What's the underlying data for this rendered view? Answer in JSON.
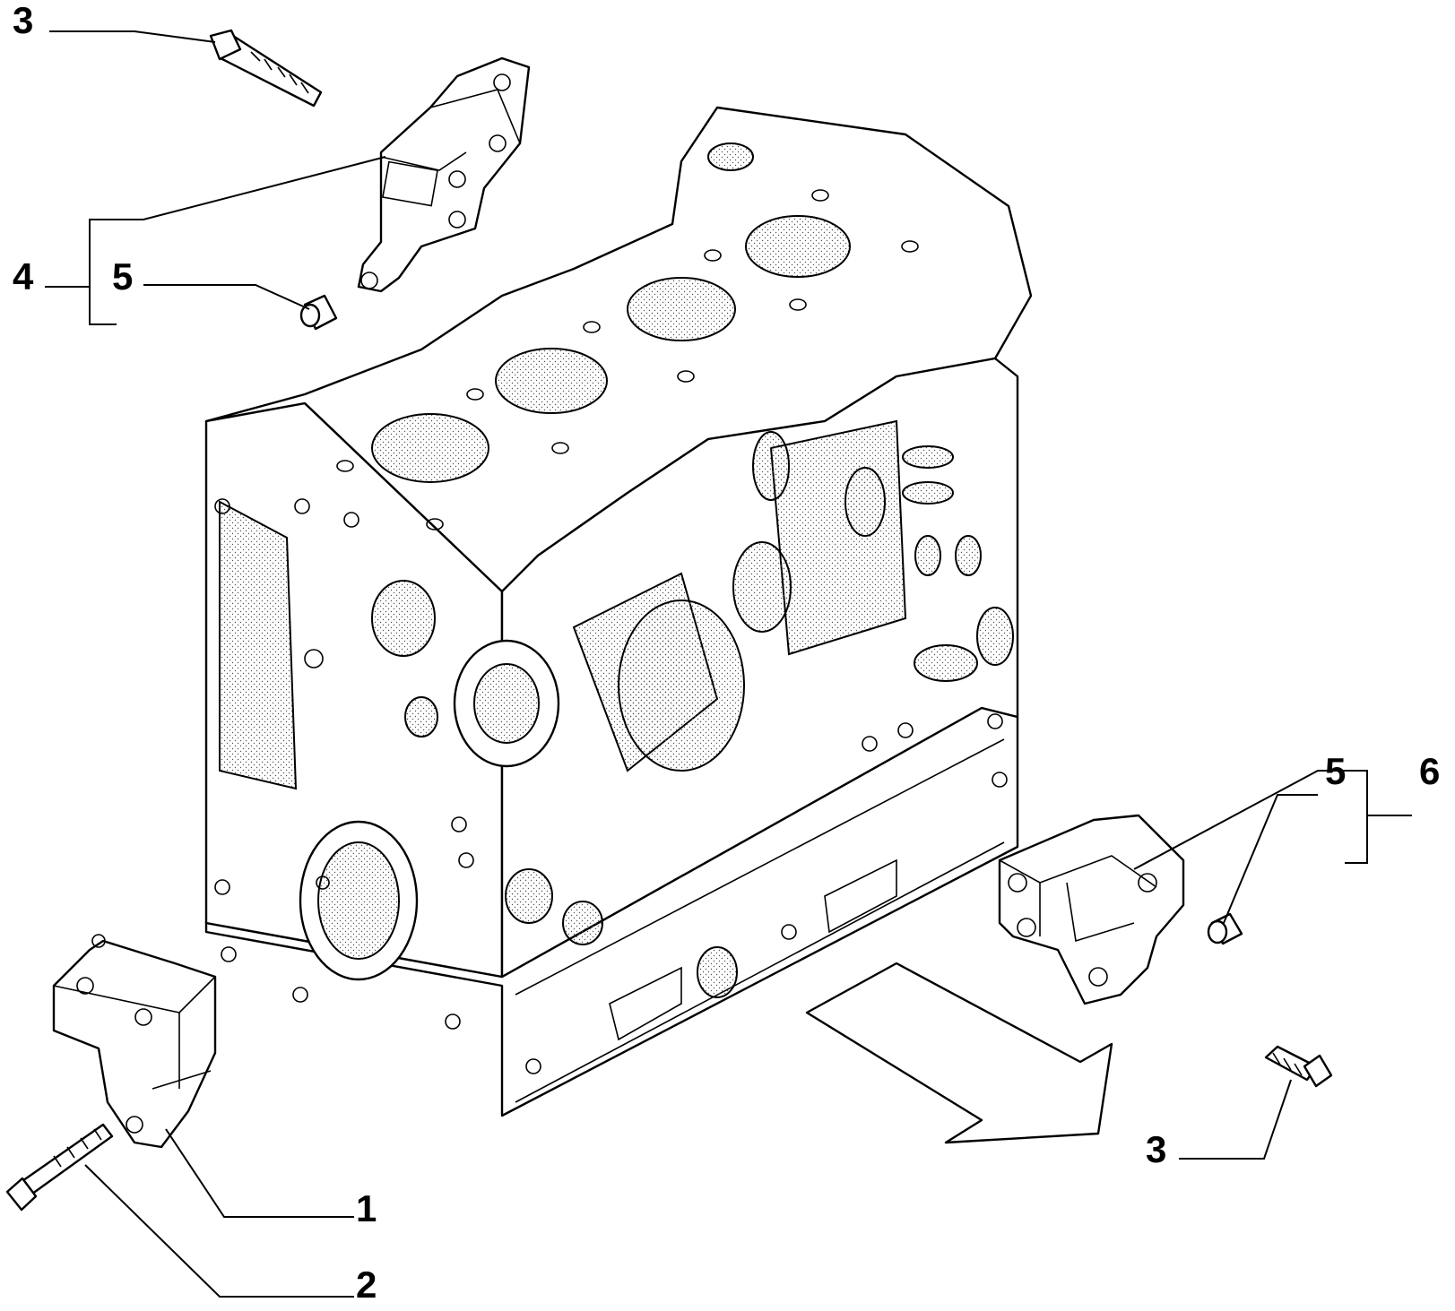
{
  "callouts": [
    {
      "id": "c3a",
      "text": "3"
    },
    {
      "id": "c4",
      "text": "4"
    },
    {
      "id": "c5a",
      "text": "5"
    },
    {
      "id": "c5b",
      "text": "5"
    },
    {
      "id": "c6",
      "text": "6"
    },
    {
      "id": "c3b",
      "text": "3"
    },
    {
      "id": "c1",
      "text": "1"
    },
    {
      "id": "c2",
      "text": "2"
    }
  ],
  "colors": {
    "line": "#000000",
    "background": "#ffffff"
  }
}
